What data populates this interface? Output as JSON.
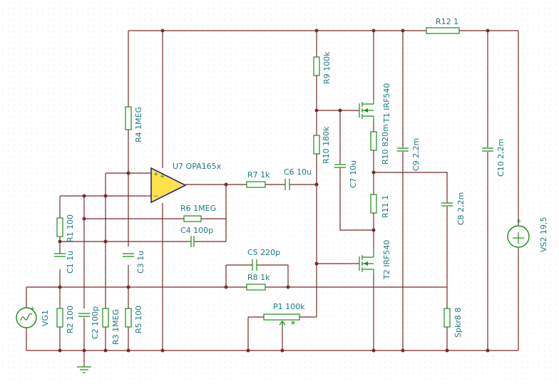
{
  "labels": {
    "u7": "U7 OPA165x",
    "r4": "R4 1MEG",
    "r7": "R7 1k",
    "c6": "C6 10u",
    "r6": "R6 1MEG",
    "c4": "C4 100p",
    "c5": "C5 220p",
    "r8": "R8 1k",
    "p1": "P1 100k",
    "r1": "R1 100",
    "c1": "C1 1u",
    "r2": "R2 100",
    "c2": "C2 100p",
    "r3": "R3 1MEG",
    "c3": "C3 1u",
    "r5": "R5 100",
    "vg1": "VG1",
    "r9": "R9 100k",
    "r10a": "R10 180k",
    "c7": "C7 10u",
    "t1": "T1 IRF540",
    "r10b": "R10 820m",
    "r11": "R11 1",
    "t2": "T2 IRF540",
    "c9": "C9 2,2m",
    "c8": "C8 2,2m",
    "spkr8": "Spkr8 8",
    "c10": "C10 2,2m",
    "vs2": "VS2 19,5",
    "r12": "R12 1"
  },
  "colors": {
    "wire": "#7a2a2a",
    "component": "#1a8a1a",
    "label": "#1a7a80",
    "opamp_fill": "#ffe14a"
  }
}
